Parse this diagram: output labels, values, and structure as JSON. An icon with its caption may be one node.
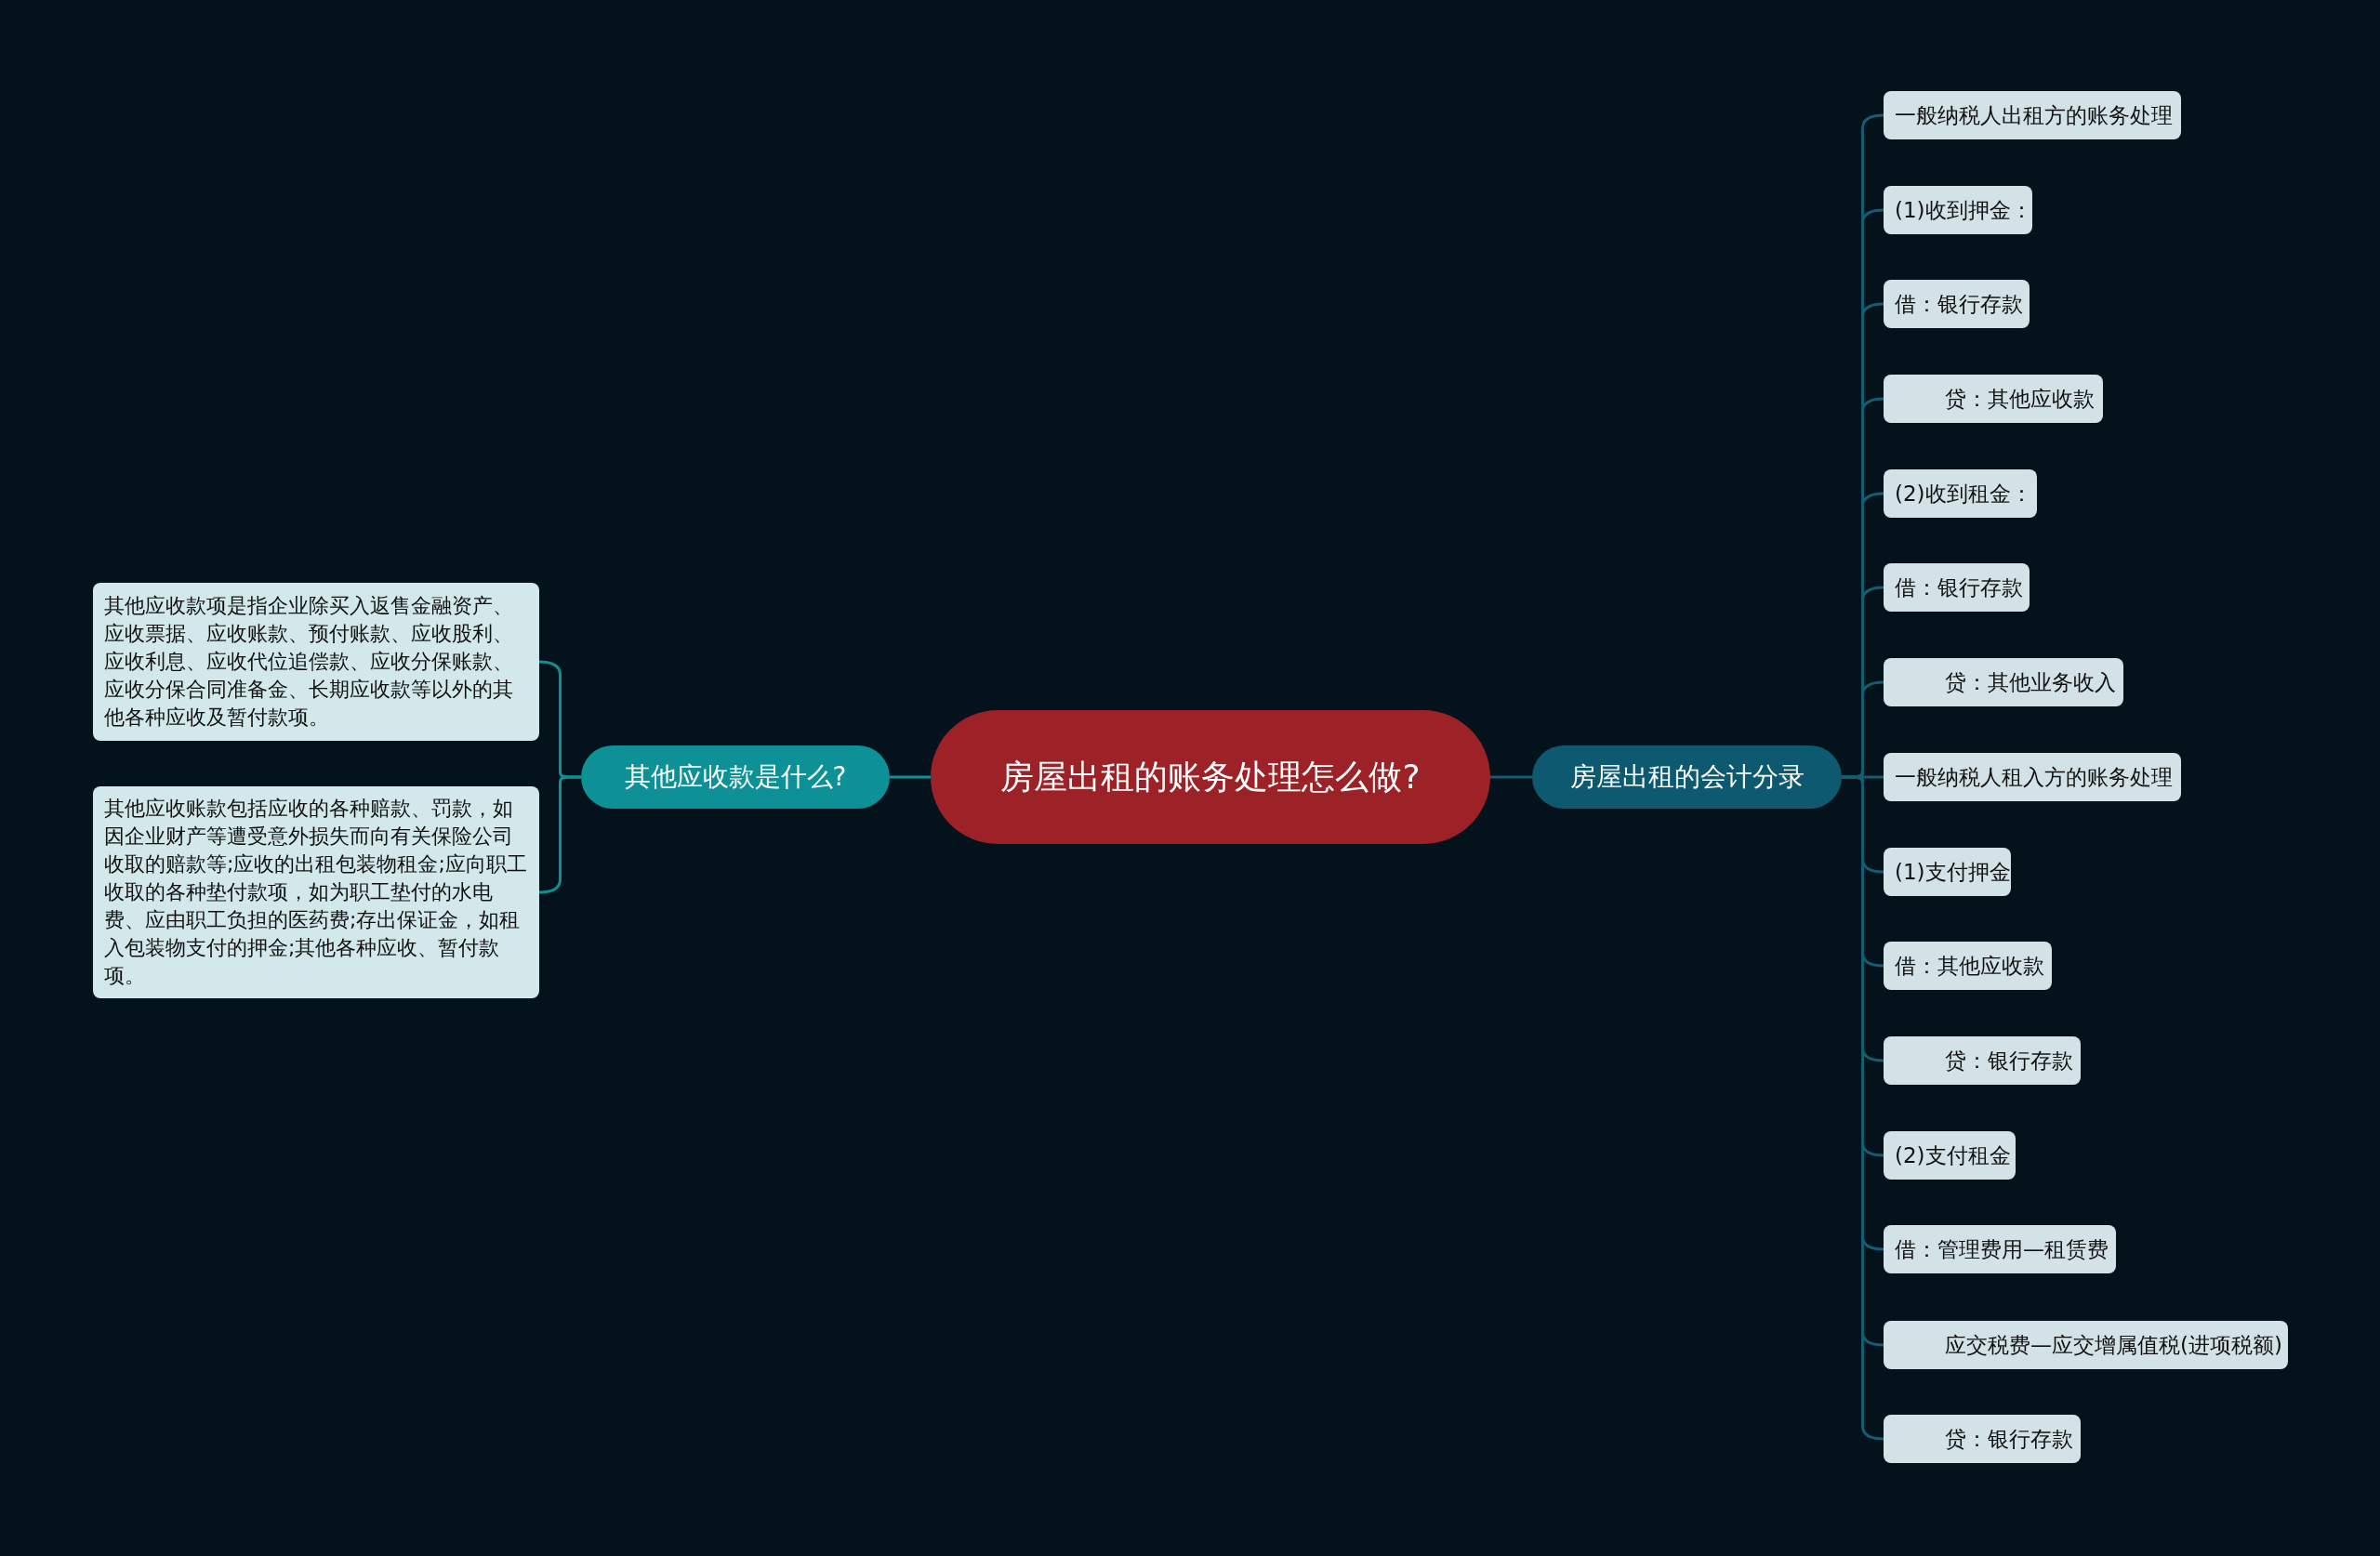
{
  "diagram": {
    "nodes": [
      {
        "text": [
          "房屋出租的账务处理怎么做?"
        ]
      },
      {
        "text": [
          "其他应收款是什么?"
        ]
      },
      {
        "text": [
          "其他应收款项是指企业除买入返售金融资产、应收票据、应收账款、预付账款、应收股利、应收利息、应收代位追偿款、应收分保账款、应收分保合同准备金、长期应收款等以外的其他各种应收及暂付款项。"
        ]
      },
      {
        "text": [
          "其他应收账款包括应收的各种赔款、罚款，如因企业财产等遭受意外损失而向有关保险公司收取的赔款等;应收的出租包装物租金;应向职工收取的各种垫付款项，如为职工垫付的水电费、应由职工负担的医药费;存出保证金，如租入包装物支付的押金;其他各种应收、暂付款项。"
        ]
      },
      {
        "text": [
          "房屋出租的会计分录"
        ]
      },
      {
        "text": [
          "一般纳税人出租方的账务处理"
        ]
      },
      {
        "text": [
          "(1)收到押金："
        ]
      },
      {
        "text": [
          "借：银行存款"
        ]
      },
      {
        "text": [
          "贷：其他应收款"
        ]
      },
      {
        "text": [
          "(2)收到租金："
        ]
      },
      {
        "text": [
          "借：银行存款"
        ]
      },
      {
        "text": [
          "贷：其他业务收入"
        ]
      },
      {
        "text": [
          "一般纳税人租入方的账务处理"
        ]
      },
      {
        "text": [
          "(1)支付押金"
        ]
      },
      {
        "text": [
          "借：其他应收款"
        ]
      },
      {
        "text": [
          "贷：银行存款"
        ]
      },
      {
        "text": [
          "(2)支付租金"
        ]
      },
      {
        "text": [
          "借：管理费用—租赁费"
        ]
      },
      {
        "text": [
          "应交税费—应交增属值税(进项税额)"
        ]
      },
      {
        "text": [
          "贷：银行存款"
        ]
      }
    ],
    "edges": [
      {
        "from": 0,
        "to": 1,
        "arrow": "none"
      },
      {
        "from": 1,
        "to": 2,
        "arrow": "none"
      },
      {
        "from": 1,
        "to": 3,
        "arrow": "none"
      },
      {
        "from": 0,
        "to": 4,
        "arrow": "none"
      },
      {
        "from": 4,
        "to": 5,
        "arrow": "none"
      },
      {
        "from": 4,
        "to": 6,
        "arrow": "none"
      },
      {
        "from": 4,
        "to": 7,
        "arrow": "none"
      },
      {
        "from": 4,
        "to": 8,
        "arrow": "none"
      },
      {
        "from": 4,
        "to": 9,
        "arrow": "none"
      },
      {
        "from": 4,
        "to": 10,
        "arrow": "none"
      },
      {
        "from": 4,
        "to": 11,
        "arrow": "none"
      },
      {
        "from": 4,
        "to": 12,
        "arrow": "none"
      },
      {
        "from": 4,
        "to": 13,
        "arrow": "none"
      },
      {
        "from": 4,
        "to": 14,
        "arrow": "none"
      },
      {
        "from": 4,
        "to": 15,
        "arrow": "none"
      },
      {
        "from": 4,
        "to": 16,
        "arrow": "none"
      },
      {
        "from": 4,
        "to": 17,
        "arrow": "none"
      },
      {
        "from": 4,
        "to": 18,
        "arrow": "none"
      },
      {
        "from": 4,
        "to": 19,
        "arrow": "none"
      }
    ]
  }
}
